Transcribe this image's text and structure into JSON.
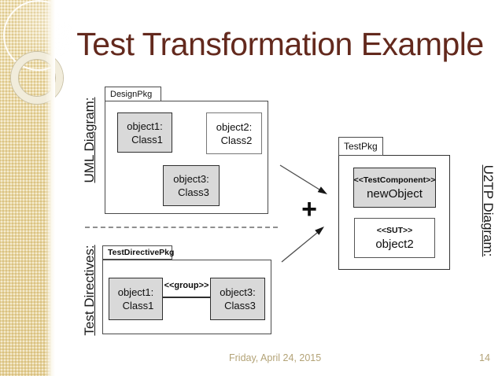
{
  "slide": {
    "title": "Test Transformation Example",
    "footer_date": "Friday, April 24, 2015",
    "page_number": "14"
  },
  "section_labels": {
    "uml_diagram": "UML Diagram:",
    "test_directives": "Test Directives:",
    "u2tp_diagram": "U2TP Diagram:"
  },
  "uml_package": {
    "name": "DesignPkg",
    "objects": [
      {
        "instance": "object1:",
        "class": "Class1"
      },
      {
        "instance": "object2:",
        "class": "Class2"
      },
      {
        "instance": "object3:",
        "class": "Class3"
      }
    ]
  },
  "directives_package": {
    "name": "TestDirectivePkg",
    "connector_label": "<<group>>",
    "objects": [
      {
        "instance": "object1:",
        "class": "Class1"
      },
      {
        "instance": "object3:",
        "class": "Class3"
      }
    ]
  },
  "u2tp_package": {
    "name": "TestPkg",
    "components": [
      {
        "stereotype": "<<TestComponent>>",
        "name": "newObject"
      },
      {
        "stereotype": "<<SUT>>",
        "name": "object2"
      }
    ]
  },
  "transform_operator": "+",
  "colors": {
    "title_text": "#63291d",
    "footer_text": "#b3a377",
    "object_fill_gray": "#d9d9d9",
    "sidebar_beige": "#e8d6a0",
    "border_dark": "#2f2f2f"
  }
}
